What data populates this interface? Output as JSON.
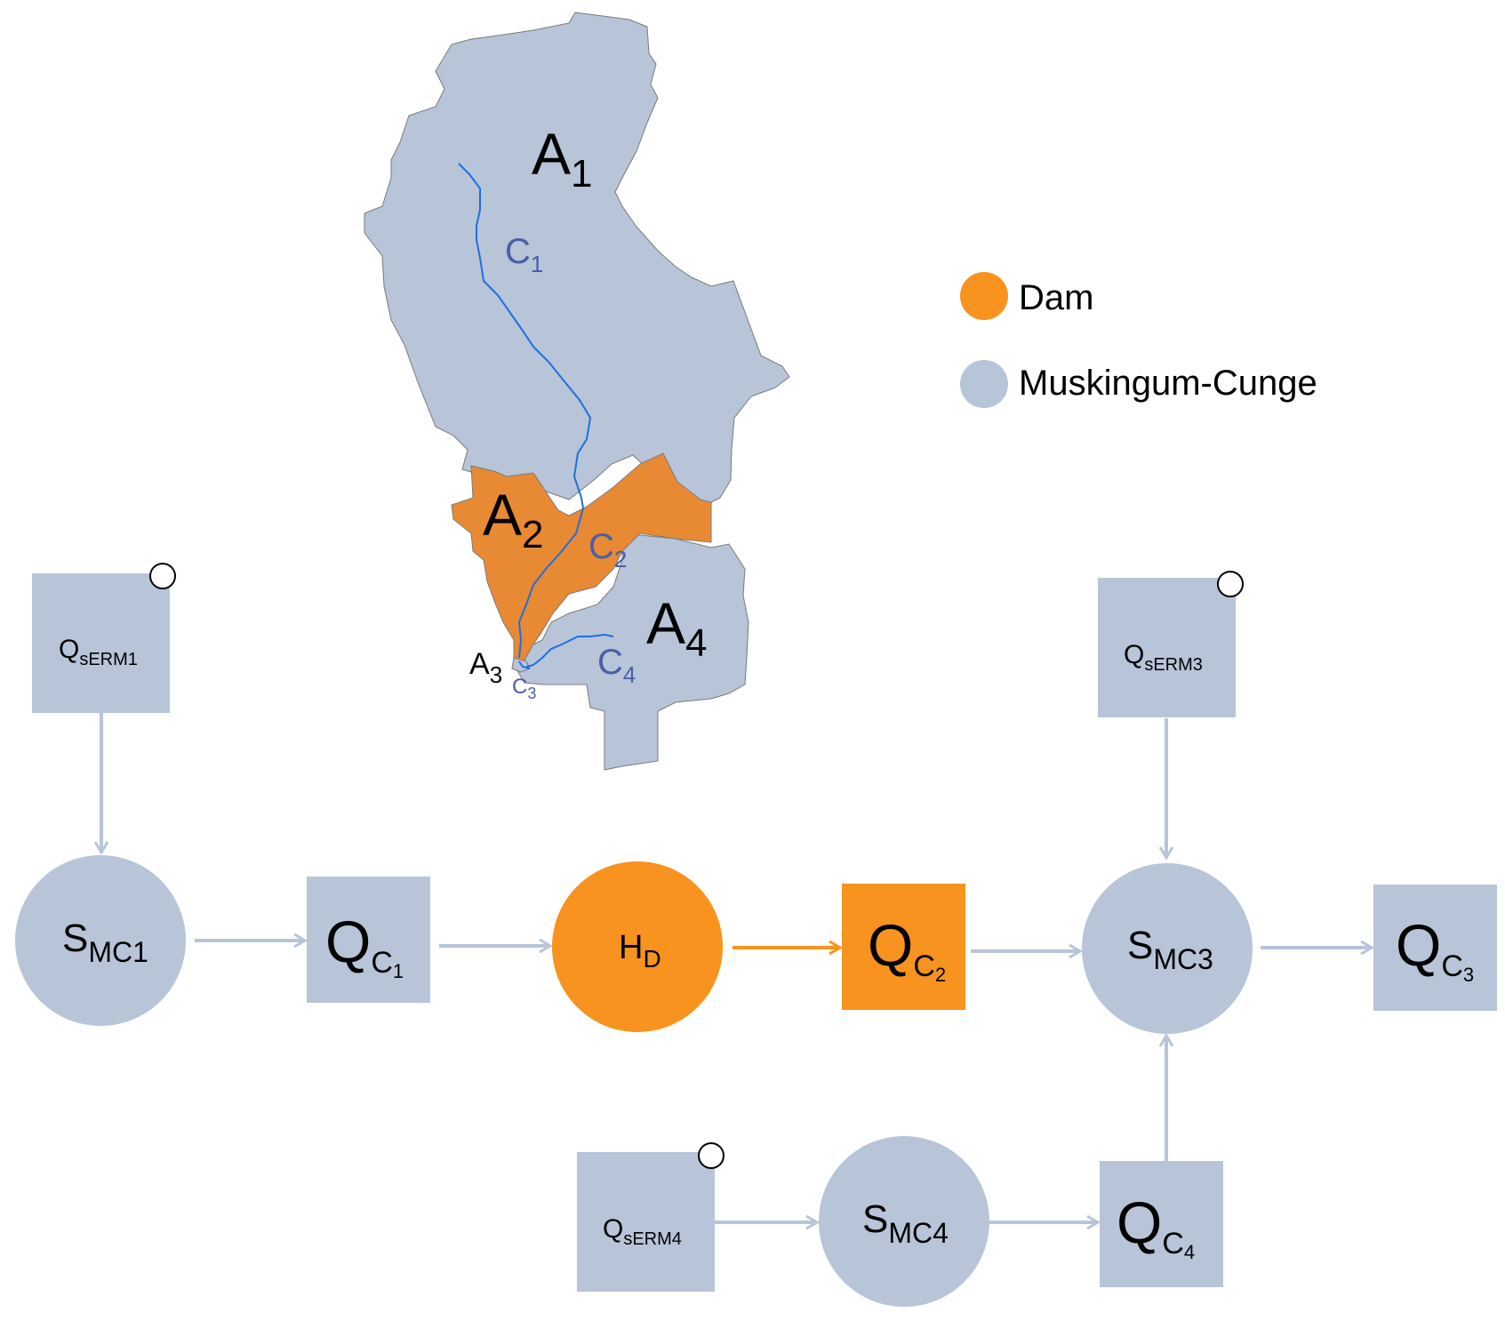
{
  "colors": {
    "muskingum": "#b8c4d8",
    "dam": "#f7931e",
    "dam_area": "#e88a34",
    "river": "#1f6fe0",
    "river_label": "#4a5ea8",
    "border": "#7a7a7a"
  },
  "map": {
    "areas": [
      {
        "main": "A",
        "sub": "1"
      },
      {
        "main": "A",
        "sub": "2"
      },
      {
        "main": "A",
        "sub": "3"
      },
      {
        "main": "A",
        "sub": "4"
      }
    ],
    "channels": [
      {
        "main": "C",
        "sub": "1"
      },
      {
        "main": "C",
        "sub": "2"
      },
      {
        "main": "C",
        "sub": "3"
      },
      {
        "main": "C",
        "sub": "4"
      }
    ]
  },
  "legend": {
    "dam": "Dam",
    "muskingum": "Muskingum-Cunge"
  },
  "nodes": {
    "qserm1": {
      "main": "Q",
      "sub": "sERM1"
    },
    "qserm3": {
      "main": "Q",
      "sub": "sERM3"
    },
    "qserm4": {
      "main": "Q",
      "sub": "sERM4"
    },
    "smc1": {
      "main": "S",
      "sub": "MC1"
    },
    "smc3": {
      "main": "S",
      "sub": "MC3"
    },
    "smc4": {
      "main": "S",
      "sub": "MC4"
    },
    "qc1": {
      "main": "Q",
      "sub": "C",
      "subsub": "1"
    },
    "qc2": {
      "main": "Q",
      "sub": "C",
      "subsub": "2"
    },
    "qc3": {
      "main": "Q",
      "sub": "C",
      "subsub": "3"
    },
    "qc4": {
      "main": "Q",
      "sub": "C",
      "subsub": "4"
    },
    "hd": {
      "main": "H",
      "sub": "D"
    }
  }
}
